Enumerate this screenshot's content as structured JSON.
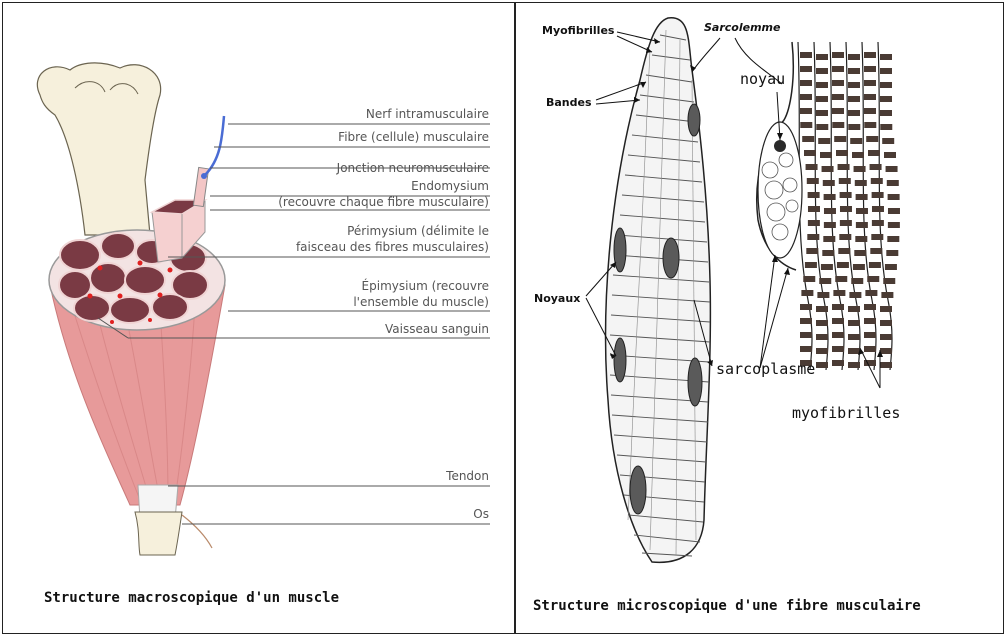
{
  "left_panel": {
    "labels": {
      "nerf": "Nerf intramusculaire",
      "fibre": "Fibre (cellule) musculaire",
      "jonction": "Jonction neuromusculaire",
      "endomysium_1": "Endomysium",
      "endomysium_2": "(recouvre chaque fibre musculaire)",
      "perimysium_1": "Périmysium (délimite le",
      "perimysium_2": "faisceau des fibres musculaires)",
      "epimysium_1": "Épimysium (recouvre",
      "epimysium_2": "l'ensemble du muscle)",
      "vaisseau": "Vaisseau sanguin",
      "tendon": "Tendon",
      "os": "Os"
    },
    "caption": "Structure macroscopique d'un muscle"
  },
  "right_panel": {
    "labels": {
      "myofibrilles_top": "Myofibrilles",
      "sarcolemme": "Sarcolemme",
      "bandes": "Bandes",
      "noyau": "noyau",
      "noyaux": "Noyaux",
      "sarcoplasme": "sarcoplasme",
      "myofibrilles_bottom": "myofibrilles"
    },
    "caption": "Structure microscopique d'une fibre musculaire"
  },
  "colors": {
    "muscle": "#e79a9a",
    "fascicle": "#7a3a44",
    "fascicle_border": "#f0d4d4",
    "bone": "#f6f0dc",
    "nerve": "#4a6cd4",
    "leader": "#555555",
    "ink": "#111111"
  }
}
